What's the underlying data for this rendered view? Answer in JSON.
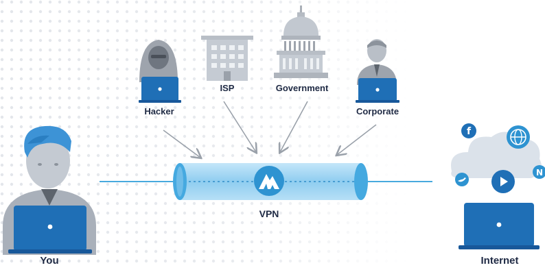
{
  "labels": {
    "hacker": "Hacker",
    "isp": "ISP",
    "government": "Government",
    "corporate": "Corporate",
    "vpn": "VPN",
    "you": "You",
    "internet": "Internet"
  },
  "colors": {
    "laptop": "#1f6fb6",
    "person": "#a9b0ba",
    "cloud": "#dbe2ea",
    "tube": "#9fd4f2",
    "tube_end": "#45a9e0",
    "line": "#48aade",
    "arrow": "#9aa1aa",
    "text": "#1f2a44",
    "dots": "#e2e5ea"
  },
  "icons": [
    "facebook-icon",
    "globe-icon",
    "twitter-icon",
    "play-icon",
    "n-icon",
    "nordvpn-mountain-icon"
  ]
}
